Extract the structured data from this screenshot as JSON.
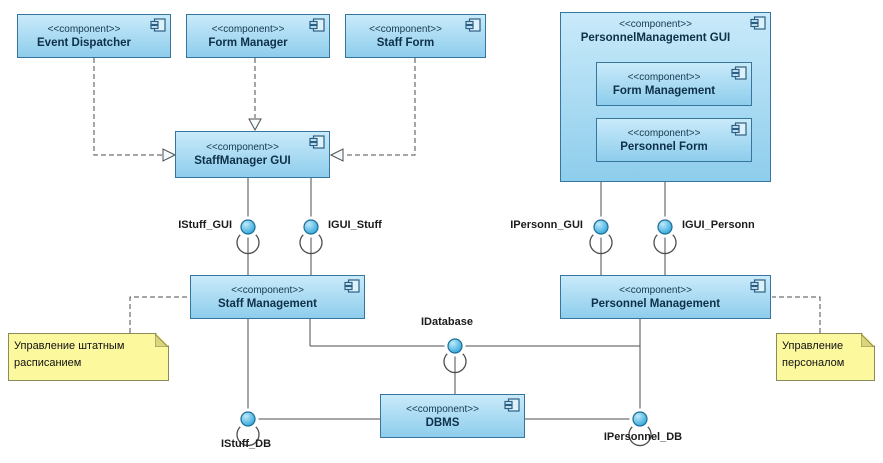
{
  "stereotype": "<<component>>",
  "components": {
    "event_dispatcher": "Event Dispatcher",
    "form_manager": "Form Manager",
    "staff_form": "Staff Form",
    "personnel_management_gui": "PersonnelManagement GUI",
    "form_management": "Form Management",
    "personnel_form": "Personnel Form",
    "staffmanager_gui": "StaffManager GUI",
    "staff_management": "Staff Management",
    "personnel_management": "Personnel Management",
    "dbms": "DBMS"
  },
  "interfaces": {
    "istuff_gui": "IStuff_GUI",
    "igui_stuff": "IGUI_Stuff",
    "ipersonn_gui": "IPersonn_GUI",
    "igui_personn": "IGUI_Personn",
    "idatabase": "IDatabase",
    "istuff_db": "IStuff_DB",
    "ipersonnel_db": "IPersonnel_DB"
  },
  "notes": {
    "staff": "Управление штатным расписанием",
    "personnel": "Управление персоналом"
  },
  "colors": {
    "component_fill_top": "#c9eafa",
    "component_fill_bottom": "#8ecdec",
    "component_border": "#35759e",
    "interface_ball": "#45b6e4",
    "connector": "#4d4d4d",
    "note_fill": "#fbf89e",
    "note_fold": "#dcd67b"
  }
}
